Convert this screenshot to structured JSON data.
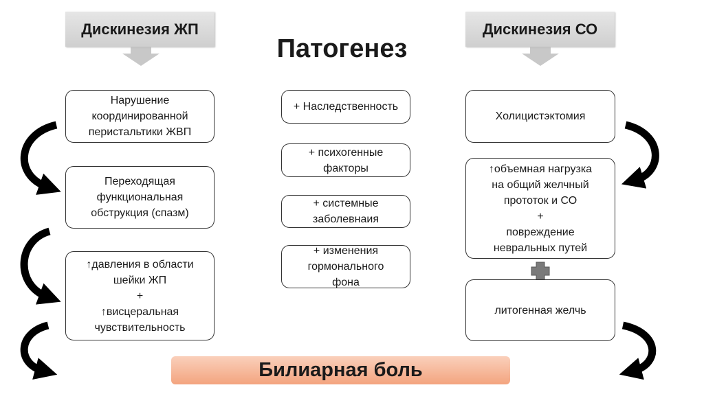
{
  "title": "Патогенез",
  "left": {
    "header": "Дискинезия ЖП",
    "boxes": [
      "Нарушение\nкоординированной\nперистальтики ЖВП",
      "Переходящая\nфункциональная\nобструкция (спазм)",
      "↑давления в области\nшейки ЖП\n+\n↑висцеральная\nчувствительность"
    ]
  },
  "center": {
    "boxes": [
      "+ Наследственность",
      "+ психогенные\nфакторы",
      "+ системные\nзаболевнаия",
      "+ изменения\nгормонального\nфона"
    ]
  },
  "right": {
    "header": "Дискинезия СО",
    "boxes": [
      "Холицистэктомия",
      "↑объемная нагрузка\nна общий желчный\nпрототок и СО\n+\nповреждение\nневральных путей",
      "литогенная желчь"
    ]
  },
  "result": "Билиарная боль"
}
